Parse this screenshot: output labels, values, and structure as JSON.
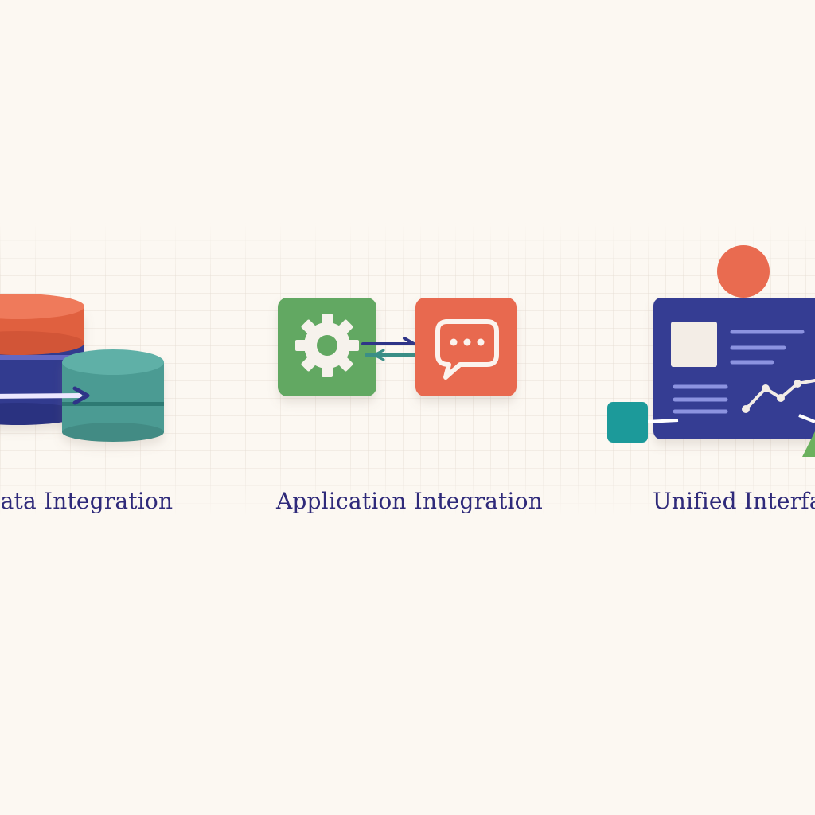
{
  "panels": [
    {
      "id": "data-integration",
      "label": "Data Integration"
    },
    {
      "id": "application-integration",
      "label": "Application Integration"
    },
    {
      "id": "unified-interface",
      "label": "Unified Interface"
    }
  ],
  "colors": {
    "background": "#fcf8f2",
    "navy": "#333b8f",
    "coral": "#e8694f",
    "teal": "#4fa29a",
    "green": "#62a862",
    "label_text": "#2f2a7a"
  },
  "icons": [
    "database-stack-icon",
    "gear-icon",
    "chat-bubble-icon",
    "sync-arrows-icon",
    "dashboard-icon",
    "line-chart-icon"
  ]
}
